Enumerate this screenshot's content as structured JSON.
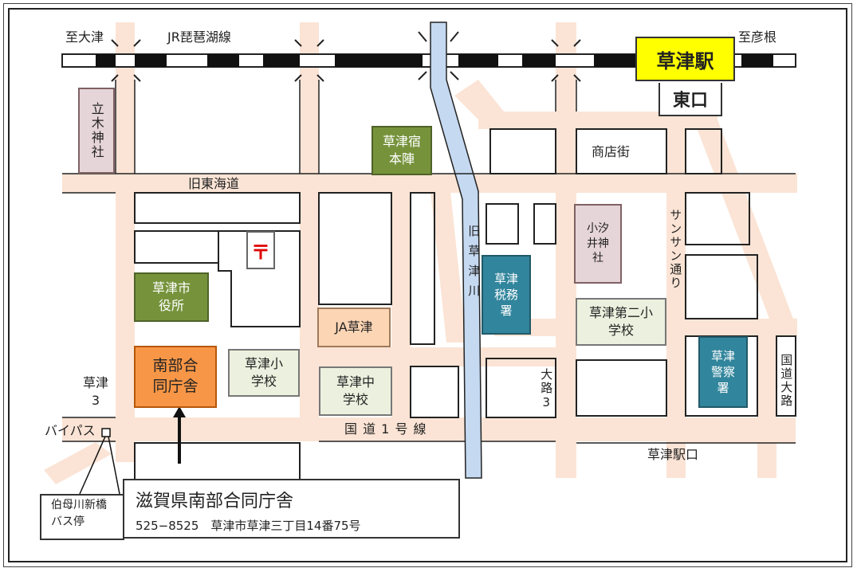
{
  "edges": {
    "to_otsu": "至大津",
    "line_name": "JR琵琶湖線",
    "to_hikone": "至彦根"
  },
  "station": {
    "name": "草津駅",
    "exit": "東口"
  },
  "roads": {
    "kyu_tokaido": "旧東海道",
    "kokudo_1": "国 道 1 号 線",
    "sunsun": "サンサン通り",
    "shotengai": "商店街",
    "kusatsu_ekiguchi": "草津駅口",
    "kusatsu3_line1": "草津",
    "kusatsu3_line2": "3",
    "daiji3": "大路3",
    "kokudo_daiji": "国道大路",
    "bypass": "バイパス",
    "river": "旧草津川"
  },
  "places": {
    "tachiki_jinja": "立木神社",
    "kusatsujuku_honjin": "草津宿本陣",
    "koijii_jinja": "小汐井神社",
    "city_hall": "草津市役所",
    "ja": "JA草津",
    "tax_office": "草津税務署",
    "police": "草津警察署",
    "daini_elem": "草津第二小学校",
    "kusatsu_elem": "草津小学校",
    "kusatsu_jhs": "草津中学校",
    "nanbu_godo": "南部合同庁舎",
    "post_office": "〒"
  },
  "bus_stop": {
    "line1": "伯母川新橋",
    "line2": "バス停"
  },
  "info": {
    "title": "滋賀県南部合同庁舎",
    "address": "525−8525　草津市草津三丁目14番75号"
  },
  "colors": {
    "road": "#fbe4d5",
    "river": "#c5d9f1",
    "green": "#76933c",
    "teal": "#31859c",
    "station_yellow": "#ffff00",
    "target_orange": "#f79646"
  }
}
